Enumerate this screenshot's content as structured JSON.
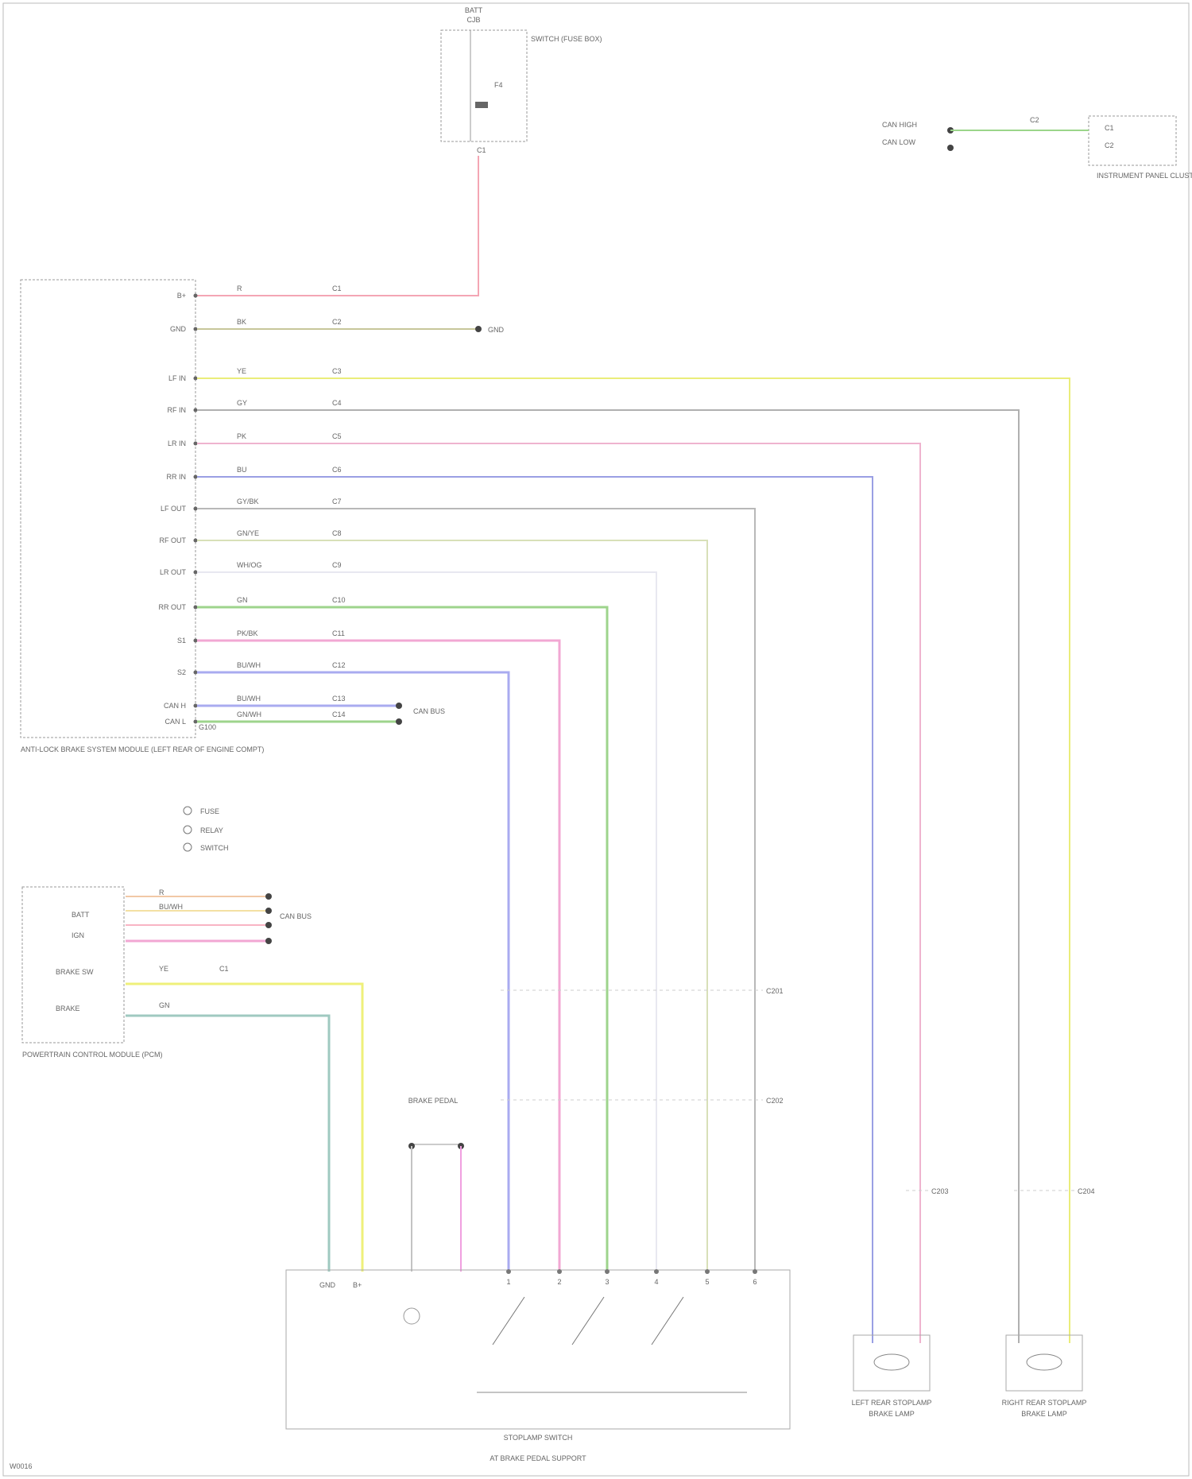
{
  "diagram": {
    "fuse_top": {
      "title": "BATT",
      "subtitle": "CJB",
      "desc": "SWITCH (FUSE BOX)",
      "fuse": "F4",
      "bottom": "C1"
    },
    "module_top_right": {
      "label": "INSTRUMENT PANEL CLUSTER",
      "pins": [
        "C1",
        "C2"
      ],
      "left_labels": [
        "CAN HIGH",
        "CAN LOW"
      ],
      "wire": "C2"
    },
    "abs_module": {
      "label": "ANTI-LOCK BRAKE SYSTEM MODULE (LEFT REAR OF ENGINE COMPT)",
      "pins": [
        "B+",
        "GND",
        "LF IN",
        "RF IN",
        "LR IN",
        "RR IN",
        "LF OUT",
        "RF OUT",
        "LR OUT",
        "RR OUT",
        "S1",
        "S2",
        "CAN H",
        "CAN L"
      ],
      "wire_codes": [
        "R",
        "BK",
        "YE",
        "GY",
        "PK",
        "BU",
        "GY/BK",
        "GN/YE",
        "WH/OG",
        "GN",
        "PK/BK",
        "BU/WH",
        "BU/WH",
        "GN/WH"
      ],
      "circuit_ids": [
        "C1",
        "C2",
        "C3",
        "C4",
        "C5",
        "C6",
        "C7",
        "C8",
        "C9",
        "C10",
        "C11",
        "C12",
        "C13",
        "C14"
      ],
      "ground_label": "G100",
      "can_label": "CAN BUS"
    },
    "legend": [
      "FUSE",
      "RELAY",
      "SWITCH"
    ],
    "pcm_module": {
      "label": "POWERTRAIN CONTROL MODULE (PCM)",
      "pins": [
        "BATT",
        "IGN",
        "BRAKE SW",
        "BRAKE"
      ],
      "wire_codes": [
        "R",
        "BU/WH",
        "YE",
        "GN"
      ],
      "right_label": "CAN BUS",
      "tag": "C1"
    },
    "switch_block": {
      "label": "STOPLAMP SWITCH",
      "caption_1": "BRAKE PEDAL",
      "caption_2": "AT BRAKE PEDAL SUPPORT",
      "left_labels": [
        "GND",
        "B+"
      ],
      "contacts": [
        "1",
        "2",
        "3",
        "4",
        "5",
        "6"
      ]
    },
    "lamp_left": {
      "label": "LEFT REAR STOPLAMP",
      "caption": "BRAKE LAMP"
    },
    "lamp_right": {
      "label": "RIGHT REAR STOPLAMP",
      "caption": "BRAKE LAMP"
    },
    "ground_top": "GND",
    "connector_labels": [
      "C201",
      "C202",
      "C203",
      "C204"
    ],
    "footer_code": "W0016"
  }
}
